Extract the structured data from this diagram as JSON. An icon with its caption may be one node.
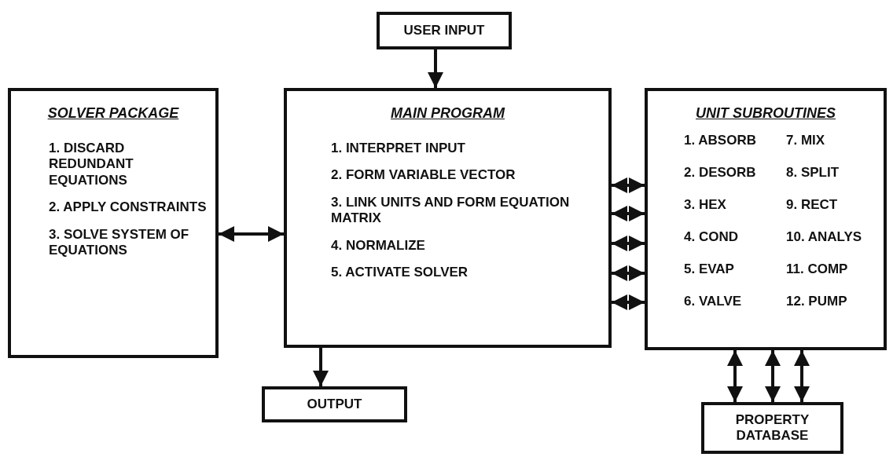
{
  "diagram": {
    "nodes": [
      {
        "text": [
          "USER INPUT"
        ]
      },
      {
        "text": [
          "SOLVER PACKAGE",
          "1. DISCARD REDUNDANT EQUATIONS",
          "2. APPLY CONSTRAINTS",
          "3. SOLVE SYSTEM OF EQUATIONS"
        ]
      },
      {
        "text": [
          "MAIN PROGRAM",
          "1. INTERPRET INPUT",
          "2. FORM VARIABLE VECTOR",
          "3. LINK UNITS AND FORM EQUATION MATRIX",
          "4. NORMALIZE",
          "5. ACTIVATE SOLVER"
        ]
      },
      {
        "text": [
          "UNIT SUBROUTINES",
          "1. ABSORB",
          "7. MIX",
          "2. DESORB",
          "8. SPLIT",
          "3. HEX",
          "9. RECT",
          "4. COND",
          "10. ANALYS",
          "5. EVAP",
          "11. COMP",
          "6. VALVE",
          "12. PUMP"
        ]
      },
      {
        "text": [
          "OUTPUT"
        ]
      },
      {
        "text": [
          "PROPERTY DATABASE"
        ]
      }
    ],
    "edges": [
      {
        "from": 0,
        "to": 2,
        "arrow": "to"
      },
      {
        "from": 1,
        "to": 2,
        "arrow": "both"
      },
      {
        "from": 2,
        "to": 3,
        "arrow": "both"
      },
      {
        "from": 2,
        "to": 3,
        "arrow": "both"
      },
      {
        "from": 2,
        "to": 3,
        "arrow": "both"
      },
      {
        "from": 2,
        "to": 3,
        "arrow": "both"
      },
      {
        "from": 2,
        "to": 3,
        "arrow": "both"
      },
      {
        "from": 2,
        "to": 4,
        "arrow": "to"
      },
      {
        "from": 3,
        "to": 5,
        "arrow": "both"
      },
      {
        "from": 3,
        "to": 5,
        "arrow": "both"
      },
      {
        "from": 3,
        "to": 5,
        "arrow": "both"
      }
    ]
  }
}
